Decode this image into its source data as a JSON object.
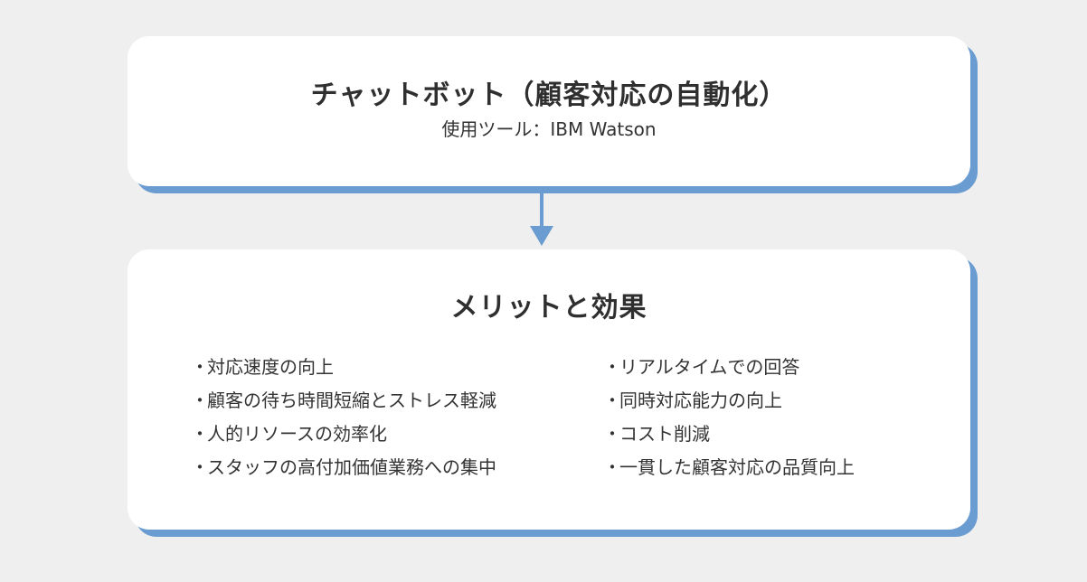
{
  "top_card": {
    "title": "チャットボット（顧客対応の自動化）",
    "subtitle": "使用ツール：IBM Watson"
  },
  "bottom_card": {
    "title": "メリットと効果",
    "bullet_glyph": "・",
    "left_items": [
      "対応速度の向上",
      "顧客の待ち時間短縮とストレス軽減",
      "人的リソースの効率化",
      "スタッフの高付加価値業務への集中"
    ],
    "right_items": [
      "リアルタイムでの回答",
      "同時対応能力の向上",
      "コスト削減",
      "一貫した顧客対応の品質向上"
    ]
  },
  "colors": {
    "background": "#efefef",
    "card": "#ffffff",
    "accent": "#6a9bd1",
    "text": "#333333"
  },
  "connector": {
    "icon": "arrow-down-icon"
  }
}
